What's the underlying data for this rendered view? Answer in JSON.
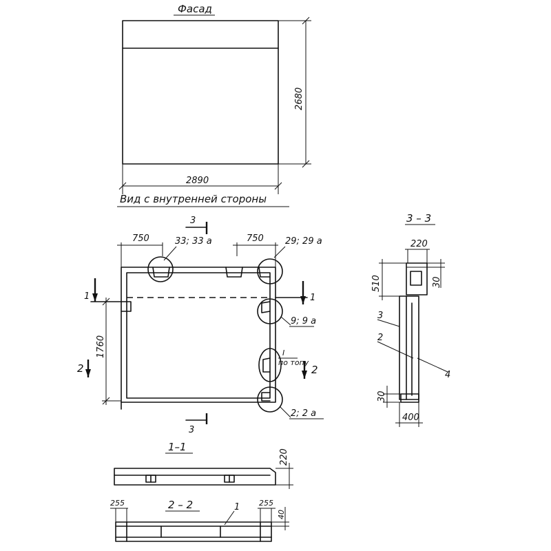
{
  "facade": {
    "title": "Фасад",
    "width_dim": "2890",
    "height_dim": "2680"
  },
  "inner_view": {
    "title": "Вид с внутренней стороны",
    "dim_left": "750",
    "dim_right": "750",
    "dim_height": "1760",
    "node_top_left": "33; 33 а",
    "node_top_right": "29; 29 а",
    "node_mid_right": "9; 9 а",
    "node_ref_top": "I",
    "node_ref_bottom": "по топу",
    "node_bottom_right": "2; 2 а",
    "cut_1_left": "1",
    "cut_1_right": "1",
    "cut_2_left": "2",
    "cut_2_right": "2",
    "cut_3_top": "3",
    "cut_3_bottom": "3"
  },
  "section_33": {
    "title": "3 – 3",
    "dim_top": "220",
    "dim_510": "510",
    "dim_30_top": "30",
    "dim_30_bottom": "30",
    "dim_width": "400",
    "pos_3": "3",
    "pos_2": "2",
    "pos_4": "4"
  },
  "section_11": {
    "title": "1–1",
    "dim_height": "220"
  },
  "section_22": {
    "title": "2 – 2",
    "dim_left": "255",
    "dim_right": "255",
    "dim_height": "40",
    "pos_1": "1"
  }
}
